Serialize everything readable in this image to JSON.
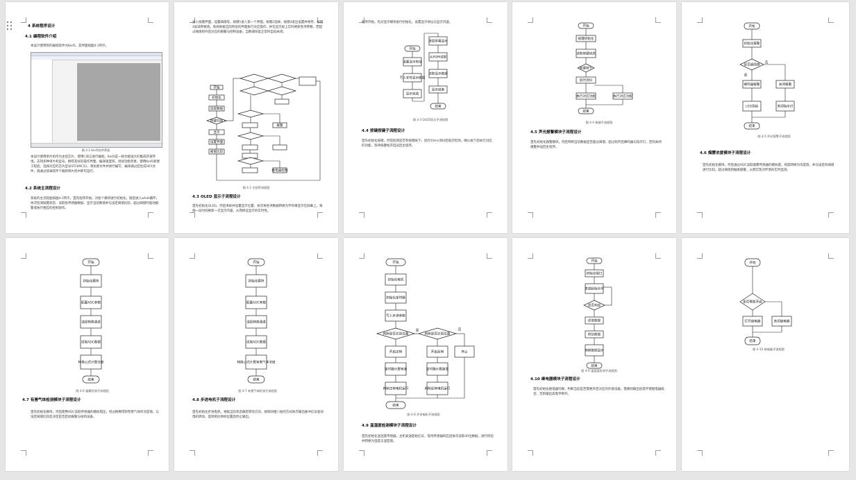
{
  "pages": [
    {
      "headings": [
        "4 系统程序设计",
        "4.1 编程软件介绍",
        "4.2 系统主流程设计"
      ],
      "paras": [
        "本设计使用到的编程软件为Keil5，其界面如图4-1所示。",
        "本设计使用单片机作为主控芯片，使用C语言进行编程，Keil5是一款功能强大的集成开发环境，支持多种单片机型号，拥有友好的操作界面，编译速度快，调试功能完善。使用Keil5新建工程后，选择对应的芯片型号STC89C52，添加源文件并进行编写，编译通过后生成HEX文件，再通过烧录软件下载到单片机中即可运行。",
        "系统的主流程图如图4-2所示，首先程序开始，对各个模块进行初始化，随后进入while循环，依次检测按键状态、读取各传感器数据、显示当前数值并与设定阈值比较，超过阈值时驱动报警或执行相应的控制动作。"
      ],
      "captions": [
        "图 4-1 Keil5软件界面"
      ]
    },
    {
      "headings": [
        "4.3 OLED 显示子流程设计"
      ],
      "paras": [
        "进入按键界面，设置阈值等。按键1进入第一个界面，按键2选择，按键3退出设置并保存，按键4加减参数值。系统根据当前所处的界面执行对应操作，并在显示屏上实时刷新各项参数，若超过阈值则开启对应的报警与控制设备，当数值恢复正常时自动关闭。",
        "首先初始化OLED，然后清屏并设置显示位置，依次将各项数据转换为字符串显示在屏幕上，每隔一段时间刷新一次显示内容，从而保证显示的实时性。"
      ],
      "captions": [
        "图 4-2 主程序流程图"
      ],
      "flow": [
        "开始",
        "初始化",
        "读取数据",
        "显示",
        "按键扫描",
        "设置界面",
        "阈值比较",
        "报警",
        "继电器控制",
        "结束"
      ]
    },
    {
      "headings": [
        "4.4 按键按键子流程设计"
      ],
      "paras": [
        "程序开始，先对显示模块进行初始化，设置显示地址与显示内容。",
        "首先初始化按键，然后检测是否有按键按下，延时10ms消抖后再次检测，确认按下后执行对应的功能，等待按键松开后返回主程序。"
      ],
      "captions": [
        "图 4-3 OLED显示子流程图"
      ],
      "flow": [
        "开始",
        "设置显示地址",
        "写入字符显示数据",
        "显示完成",
        "结束",
        "清空屏幕显示",
        "从ROM读取",
        "读取显示数据",
        "显示结束"
      ]
    },
    {
      "headings": [
        "4.5 声光报警模块子流程设计"
      ],
      "paras": [
        "首先初始化报警模块，然后判断当前数据是否超过阈值，超过则开启蜂鸣器与指示灯，否则关闭报警并返回主程序。"
      ],
      "captions": [
        "图 4-4 按键子流程图"
      ],
      "flow": [
        "开始",
        "按键初始化",
        "读取按键状态",
        "有键按下",
        "延时消抖",
        "执行对应功能",
        "结束"
      ]
    },
    {
      "headings": [
        "4.6 烟雾浓度模块子流程设计"
      ],
      "paras": [
        "首先初始化模块，然后通过ADC读取烟雾传感器的模拟量，将其转换为浓度值，并与设定的阈值进行比较，超过阈值则触发报警，从而实现对环境的实时监测。"
      ],
      "captions": [
        "图 4-5 声光报警子流程图"
      ],
      "flow": [
        "开始",
        "初始化报警",
        "是否超阈值",
        "是",
        "否",
        "蜂鸣器报警",
        "LED亮起",
        "关闭报警",
        "关闭指示灯",
        "结束"
      ]
    },
    {
      "headings": [
        "4.7 有害气体检测模块子流程设计"
      ],
      "paras": [
        "首先初始化模块，然后使用ADC读取传感器的模拟电压，经过换算得到有害气体的浓度值，与设定阈值比较后决定是否启动报警与排风设备。"
      ],
      "captions": [
        "图 4-6 烟雾检测子流程图"
      ],
      "flow": [
        "开始",
        "初始化模块",
        "配置ADC参数",
        "选择转换通道",
        "读取ADC数据",
        "转换公式计算浓度",
        "结束"
      ]
    },
    {
      "headings": [
        "4.8 步进电机子流程设计"
      ],
      "paras": [
        "首先初始化步进电机，根据当前状态确定转动方向，按照四相八拍的方式依次输出脉冲信号驱动电机转动，直到到达目标位置后停止输出。"
      ],
      "captions": [
        "图 4-7 有害气体检测子流程图"
      ],
      "flow": [
        "开始",
        "初始化模块",
        "配置ADC参数",
        "选择转换通道",
        "读取ADC数据",
        "转换公式计算有害气体浓度",
        "结束"
      ]
    },
    {
      "headings": [
        "4.9 温湿度检测模块子流程设计"
      ],
      "paras": [
        "首先初始化温湿度传感器，主机发送起始信号，等待传感器响应后依次读取40位数据，进行校验并转换为温度与湿度值。"
      ],
      "captions": [
        "图 4-8 步进电机子流程图"
      ],
      "flow": [
        "开始",
        "初始化电机",
        "初始化定时器",
        "写入步进参数",
        "判断是否达到位置",
        "开启正转",
        "开启反转",
        "停止",
        "定时器计算转速",
        "定时器计算脉宽",
        "判断正转电机运行",
        "判断反转电机运行",
        "结束",
        "是",
        "否"
      ]
    },
    {
      "headings": [
        "4.10 继电器模块子流程设计"
      ],
      "paras": [
        "首先初始化继电器引脚，判断当前是否需要开启对应的外接设备，需要则输出低电平使继电器吸合，否则输出高电平断开。"
      ],
      "captions": [
        "图 4-9 温湿度检测子流程图"
      ],
      "flow": [
        "开始",
        "初始化端口",
        "发送起始信号",
        "是否响应",
        "读取数据",
        "校验数据",
        "转换数据显示",
        "结束"
      ]
    },
    {
      "headings": [],
      "paras": [],
      "captions": [
        "图 4-10 继电器子流程图"
      ],
      "flow": [
        "开始",
        "是否需要开启",
        "打开继电器",
        "关闭继电器",
        "结束"
      ]
    }
  ]
}
